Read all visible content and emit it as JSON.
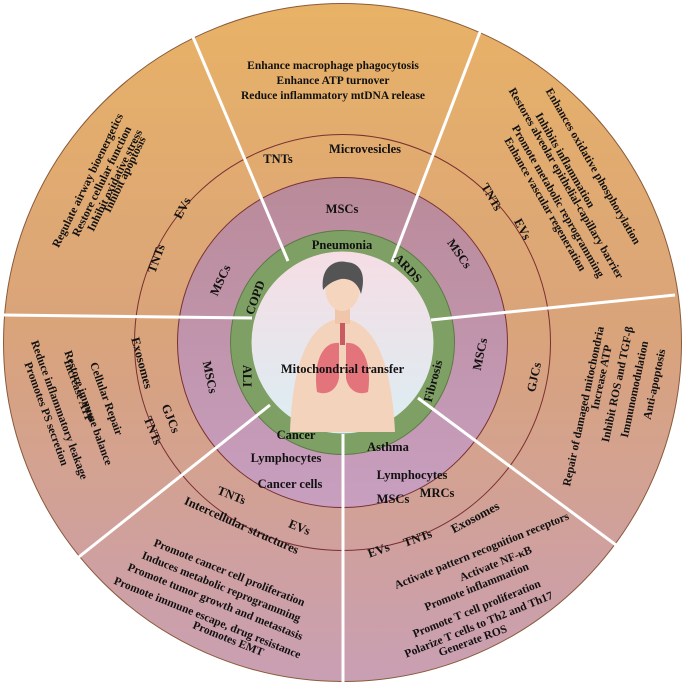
{
  "center": {
    "label": "Mitochondrial transfer"
  },
  "diseases": {
    "pneumonia": "Pneumonia",
    "ards": "ARDS",
    "fibrosis": "Fibrosis",
    "asthma": "Asthma",
    "cancer": "Cancer",
    "ali": "ALI",
    "copd": "COPD"
  },
  "donors": {
    "pneumonia": [
      "MSCs"
    ],
    "ards": [
      "MSCs"
    ],
    "fibrosis": [
      "MSCs"
    ],
    "asthma": [
      "Lymphocytes",
      "MSCs",
      "MRCs"
    ],
    "cancer": [
      "Lymphocytes",
      "Cancer cells"
    ],
    "ali": [
      "MSCs"
    ],
    "copd": [
      "MSCs"
    ]
  },
  "routes": {
    "pneumonia": [
      "TNTs",
      "Microvesicles"
    ],
    "ards": [
      "TNTs",
      "EVs"
    ],
    "fibrosis": [
      "GJCs"
    ],
    "asthma": [
      "EVs",
      "TNTs",
      "Exosomes"
    ],
    "cancer": [
      "TNTs",
      "EVs",
      "Intercellular structures"
    ],
    "ali": [
      "Exosomes",
      "GJCs",
      "TNTs"
    ],
    "copd": [
      "TNTs",
      "EVs"
    ]
  },
  "effects": {
    "pneumonia": [
      "Enhance macrophage phagocytosis",
      "Enhance ATP turnover",
      "Reduce inflammatory mtDNA release"
    ],
    "ards": [
      "Enhances oxidative phosphorylation",
      "Inhibits inflammation",
      "Restores alveolar epithelial-capillary barrier",
      "Promote metabolic reprogramming",
      "Enhance vascular regeneration"
    ],
    "fibrosis": [
      "Repair of damaged mitochondria",
      "Increase ATP",
      "Inhibit ROS and TGF-β",
      "Immunomodulation",
      "Anti-apoptosis"
    ],
    "asthma": [
      "Activate pattern recognition receptors",
      "Activate NF-κB",
      "Promote inflammation",
      "Promote T cell proliferation",
      "Polarize T cells to Th2 and Th17",
      "Generate ROS"
    ],
    "cancer": [
      "Promote cancer cell proliferation",
      "Induces metabolic reprogramming",
      "Promote tumor growth and metastasis",
      "Promote immune escape, drug resistance",
      "Promotes EMT"
    ],
    "ali": [
      "Cellular Repair",
      "Restore immune balance",
      "Increase ATP",
      "Reduce inflammatory leakage",
      "Promotes PS secretion"
    ],
    "copd": [
      "Regulate airway bioenergetics",
      "Restore cellular function",
      "Inhibit oxidative stress",
      "Inhibit apoptosis"
    ]
  }
}
